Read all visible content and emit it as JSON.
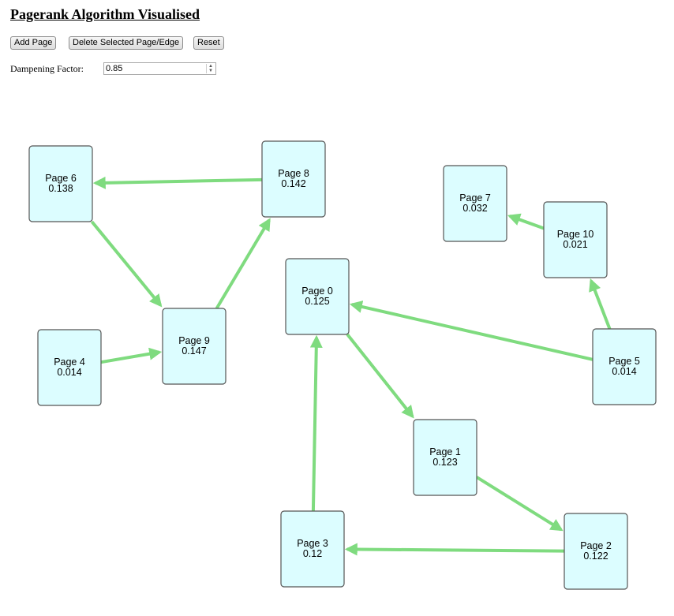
{
  "title": "Pagerank Algorithm Visualised",
  "buttons": {
    "add_page": "Add Page",
    "delete_selected": "Delete Selected Page/Edge",
    "reset": "Reset"
  },
  "dampening": {
    "label": "Dampening Factor:",
    "value": "0.85"
  },
  "colors": {
    "node_fill": "#dcfdff",
    "node_border": "#555555",
    "edge": "#7fdb7f"
  },
  "nodes": [
    {
      "id": 0,
      "label": "Page 0",
      "rank": "0.125"
    },
    {
      "id": 1,
      "label": "Page 1",
      "rank": "0.123"
    },
    {
      "id": 2,
      "label": "Page 2",
      "rank": "0.122"
    },
    {
      "id": 3,
      "label": "Page 3",
      "rank": "0.12"
    },
    {
      "id": 4,
      "label": "Page 4",
      "rank": "0.014"
    },
    {
      "id": 5,
      "label": "Page 5",
      "rank": "0.014"
    },
    {
      "id": 6,
      "label": "Page 6",
      "rank": "0.138"
    },
    {
      "id": 7,
      "label": "Page 7",
      "rank": "0.032"
    },
    {
      "id": 8,
      "label": "Page 8",
      "rank": "0.142"
    },
    {
      "id": 9,
      "label": "Page 9",
      "rank": "0.147"
    },
    {
      "id": 10,
      "label": "Page 10",
      "rank": "0.021"
    }
  ],
  "edges": [
    {
      "from": 8,
      "to": 6
    },
    {
      "from": 6,
      "to": 9
    },
    {
      "from": 9,
      "to": 8
    },
    {
      "from": 4,
      "to": 9
    },
    {
      "from": 0,
      "to": 1
    },
    {
      "from": 1,
      "to": 2
    },
    {
      "from": 2,
      "to": 3
    },
    {
      "from": 3,
      "to": 0
    },
    {
      "from": 5,
      "to": 0
    },
    {
      "from": 5,
      "to": 10
    },
    {
      "from": 10,
      "to": 7
    }
  ]
}
